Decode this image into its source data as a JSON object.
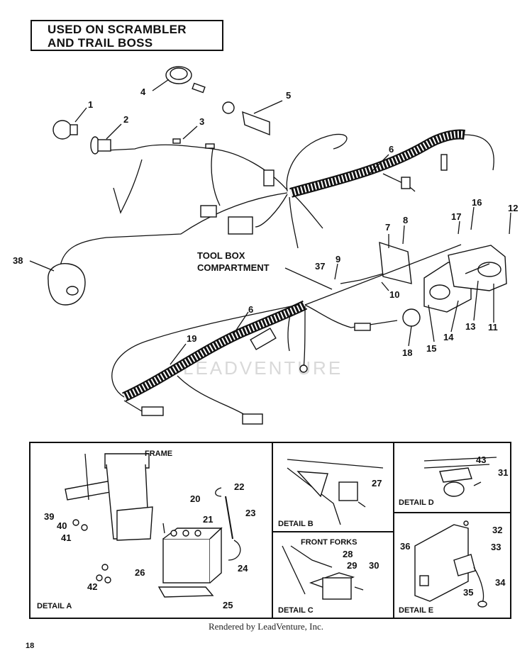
{
  "title": {
    "line1": "USED ON SCRAMBLER",
    "line2": "AND TRAIL BOSS"
  },
  "callouts": {
    "c1": "1",
    "c2": "2",
    "c3": "3",
    "c4": "4",
    "c5": "5",
    "c6a": "6",
    "c6b": "6",
    "c7": "7",
    "c8": "8",
    "c9": "9",
    "c10": "10",
    "c11": "11",
    "c12": "12",
    "c13": "13",
    "c14": "14",
    "c15": "15",
    "c16": "16",
    "c17": "17",
    "c18": "18",
    "c19": "19",
    "c20": "20",
    "c21": "21",
    "c22": "22",
    "c23": "23",
    "c24": "24",
    "c25": "25",
    "c26": "26",
    "c27": "27",
    "c28": "28",
    "c29": "29",
    "c30": "30",
    "c31": "31",
    "c32": "32",
    "c33": "33",
    "c34": "34",
    "c35": "35",
    "c36": "36",
    "c37": "37",
    "c38": "38",
    "c39": "39",
    "c40": "40",
    "c41": "41",
    "c42": "42",
    "c43": "43"
  },
  "labels": {
    "tool_box_line1": "TOOL BOX",
    "tool_box_line2": "COMPARTMENT",
    "frame": "FRAME",
    "front_forks": "FRONT FORKS"
  },
  "details": {
    "a": "DETAIL A",
    "b": "DETAIL B",
    "c": "DETAIL C",
    "d": "DETAIL D",
    "e": "DETAIL E"
  },
  "watermark": "LEADVENTURE",
  "footer": "Rendered by LeadVenture, Inc.",
  "page_number": "18"
}
